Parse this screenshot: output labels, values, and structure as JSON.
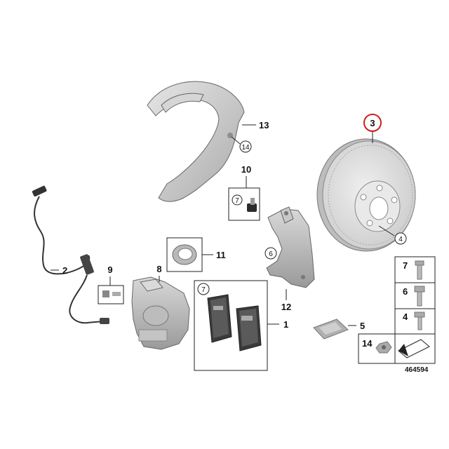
{
  "diagram": {
    "image_number": "464594",
    "callouts": {
      "p1": "1",
      "p2": "2",
      "p3": "3",
      "p4": "4",
      "p5": "5",
      "p6": "6",
      "p7": "7",
      "p8": "8",
      "p9": "9",
      "p10": "10",
      "p11": "11",
      "p12": "12",
      "p13": "13",
      "p14": "14"
    },
    "highlight_color": "#cc1f1f",
    "highlighted_part": "3"
  },
  "legend": {
    "rows": [
      "7",
      "6",
      "4",
      "14"
    ]
  },
  "icons": [
    "arrow-icon",
    "bolt-icon",
    "nut-icon"
  ]
}
